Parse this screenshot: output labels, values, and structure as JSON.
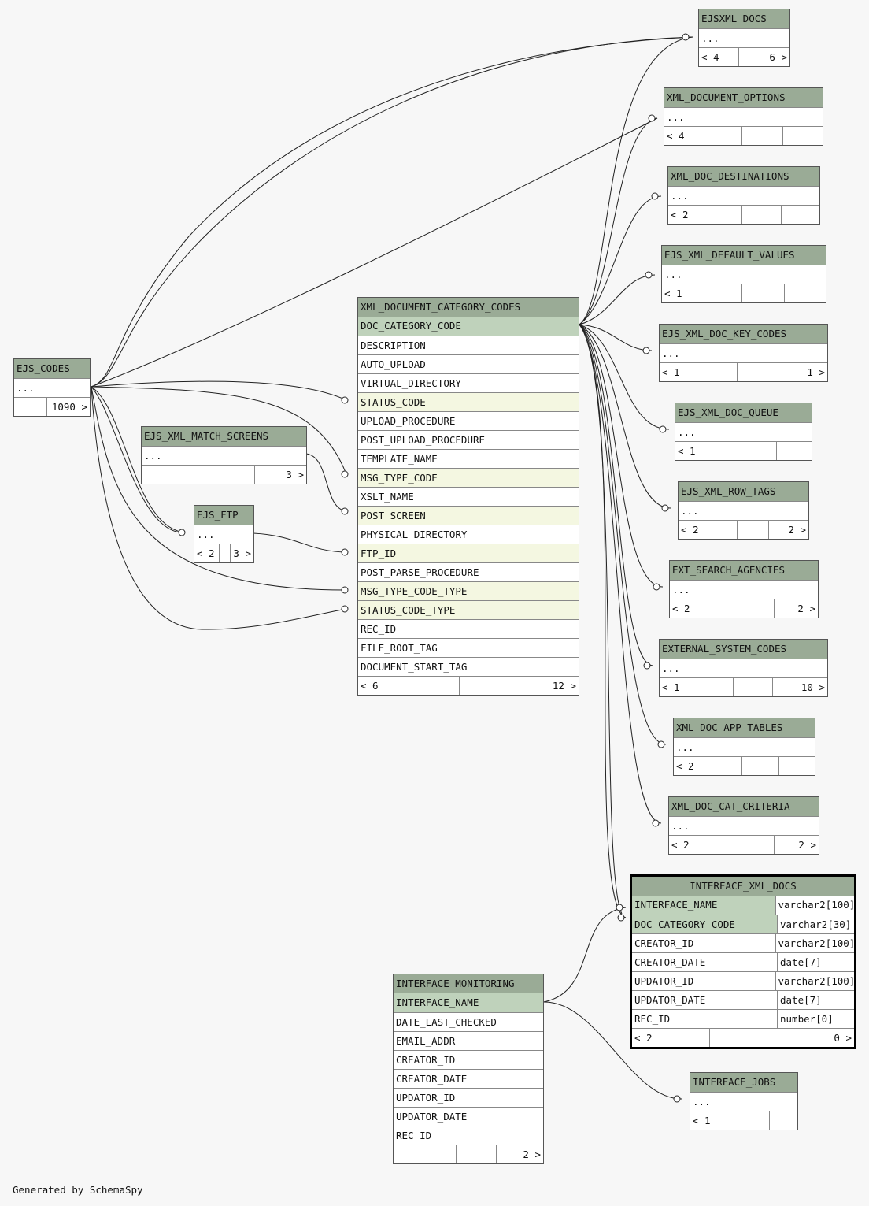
{
  "footer": "Generated by SchemaSpy",
  "tables": {
    "ejsxml_docs": {
      "name": "EJSXML_DOCS",
      "body": "...",
      "parents": "< 4",
      "children": "6 >"
    },
    "xml_document_options": {
      "name": "XML_DOCUMENT_OPTIONS",
      "body": "...",
      "parents": "< 4",
      "children": ""
    },
    "xml_doc_destinations": {
      "name": "XML_DOC_DESTINATIONS",
      "body": "...",
      "parents": "< 2",
      "children": ""
    },
    "ejs_xml_default_values": {
      "name": "EJS_XML_DEFAULT_VALUES",
      "body": "...",
      "parents": "< 1",
      "children": ""
    },
    "ejs_xml_doc_key_codes": {
      "name": "EJS_XML_DOC_KEY_CODES",
      "body": "...",
      "parents": "< 1",
      "children": "1 >"
    },
    "ejs_xml_doc_queue": {
      "name": "EJS_XML_DOC_QUEUE",
      "body": "...",
      "parents": "< 1",
      "children": ""
    },
    "ejs_xml_row_tags": {
      "name": "EJS_XML_ROW_TAGS",
      "body": "...",
      "parents": "< 2",
      "children": "2 >"
    },
    "ext_search_agencies": {
      "name": "EXT_SEARCH_AGENCIES",
      "body": "...",
      "parents": "< 2",
      "children": "2 >"
    },
    "external_system_codes": {
      "name": "EXTERNAL_SYSTEM_CODES",
      "body": "...",
      "parents": "< 1",
      "children": "10 >"
    },
    "xml_doc_app_tables": {
      "name": "XML_DOC_APP_TABLES",
      "body": "...",
      "parents": "< 2",
      "children": ""
    },
    "xml_doc_cat_criteria": {
      "name": "XML_DOC_CAT_CRITERIA",
      "body": "...",
      "parents": "< 2",
      "children": "2 >"
    },
    "ejs_codes": {
      "name": "EJS_CODES",
      "body": "...",
      "parents": "",
      "children": "1090 >"
    },
    "ejs_xml_match_screens": {
      "name": "EJS_XML_MATCH_SCREENS",
      "body": "...",
      "parents": "",
      "children": "3 >"
    },
    "ejs_ftp": {
      "name": "EJS_FTP",
      "body": "...",
      "parents": "< 2",
      "children": "3 >"
    },
    "interface_jobs": {
      "name": "INTERFACE_JOBS",
      "body": "...",
      "parents": "< 1",
      "children": ""
    },
    "xml_document_category_codes": {
      "name": "XML_DOCUMENT_CATEGORY_CODES",
      "columns": [
        "DOC_CATEGORY_CODE",
        "DESCRIPTION",
        "AUTO_UPLOAD",
        "VIRTUAL_DIRECTORY",
        "STATUS_CODE",
        "UPLOAD_PROCEDURE",
        "POST_UPLOAD_PROCEDURE",
        "TEMPLATE_NAME",
        "MSG_TYPE_CODE",
        "XSLT_NAME",
        "POST_SCREEN",
        "PHYSICAL_DIRECTORY",
        "FTP_ID",
        "POST_PARSE_PROCEDURE",
        "MSG_TYPE_CODE_TYPE",
        "STATUS_CODE_TYPE",
        "REC_ID",
        "FILE_ROOT_TAG",
        "DOCUMENT_START_TAG"
      ],
      "parents": "< 6",
      "children": "12 >"
    },
    "interface_monitoring": {
      "name": "INTERFACE_MONITORING",
      "columns": [
        "INTERFACE_NAME",
        "DATE_LAST_CHECKED",
        "EMAIL_ADDR",
        "CREATOR_ID",
        "CREATOR_DATE",
        "UPDATOR_ID",
        "UPDATOR_DATE",
        "REC_ID"
      ],
      "parents": "",
      "children": "2 >"
    },
    "interface_xml_docs": {
      "name": "INTERFACE_XML_DOCS",
      "columns": [
        {
          "name": "INTERFACE_NAME",
          "type": "varchar2[100]"
        },
        {
          "name": "DOC_CATEGORY_CODE",
          "type": "varchar2[30]"
        },
        {
          "name": "CREATOR_ID",
          "type": "varchar2[100]"
        },
        {
          "name": "CREATOR_DATE",
          "type": "date[7]"
        },
        {
          "name": "UPDATOR_ID",
          "type": "varchar2[100]"
        },
        {
          "name": "UPDATOR_DATE",
          "type": "date[7]"
        },
        {
          "name": "REC_ID",
          "type": "number[0]"
        }
      ],
      "parents": "< 2",
      "children": "0 >"
    }
  }
}
